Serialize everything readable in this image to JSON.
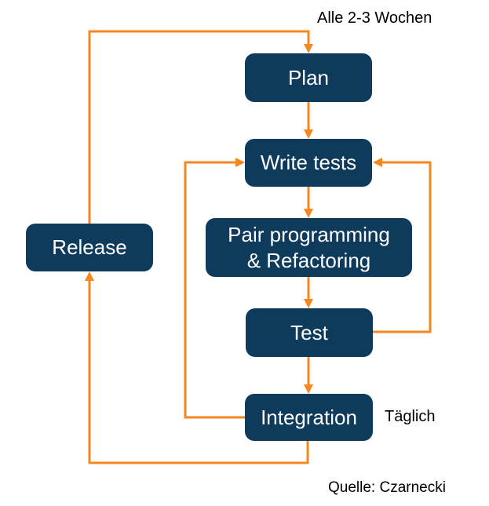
{
  "diagram": {
    "type": "flowchart",
    "nodes": {
      "plan": "Plan",
      "write_tests": "Write tests",
      "pair_programming": "Pair programming\n& Refactoring",
      "test": "Test",
      "integration": "Integration",
      "release": "Release"
    },
    "annotations": {
      "cycle_label": "Alle 2-3 Wochen",
      "daily_label": "Täglich",
      "source_label": "Quelle: Czarnecki"
    },
    "edges": [
      {
        "from": "Plan",
        "to": "Write tests"
      },
      {
        "from": "Write tests",
        "to": "Pair programming & Refactoring"
      },
      {
        "from": "Pair programming & Refactoring",
        "to": "Test"
      },
      {
        "from": "Test",
        "to": "Integration"
      },
      {
        "from": "Test",
        "to": "Write tests"
      },
      {
        "from": "Integration",
        "to": "Write tests"
      },
      {
        "from": "Integration",
        "to": "Release"
      },
      {
        "from": "Release",
        "to": "Plan"
      }
    ],
    "colors": {
      "node_fill": "#0e3a5c",
      "node_text": "#ffffff",
      "arrow": "#f6861f",
      "label_text": "#000000",
      "background": "#ffffff"
    }
  }
}
